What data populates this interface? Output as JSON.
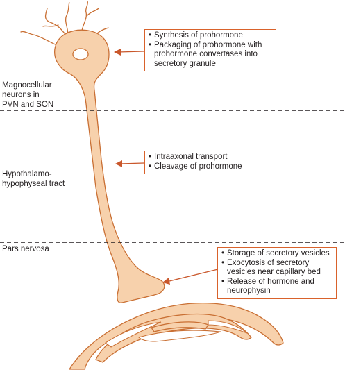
{
  "regions": [
    {
      "label": "Magnocellular\nneurons in\nPVN and SON"
    },
    {
      "label": "Hypothalamo-\nhypophyseal tract"
    },
    {
      "label": "Pars nervosa"
    }
  ],
  "callouts": [
    {
      "items": [
        "Synthesis of prohormone",
        "Packaging of prohormone with prohormone convertases into secretory granule"
      ]
    },
    {
      "items": [
        "Intraaxonal transport",
        "Cleavage of prohormone"
      ]
    },
    {
      "items": [
        "Storage of secretory vesicles",
        "Exocytosis of secretory vesicles near capillary bed",
        "Release of hormone and neurophysin"
      ]
    }
  ],
  "colors": {
    "neuron_fill": "#f7d1ac",
    "neuron_stroke": "#c96f33",
    "box_border": "#d9622b",
    "arrow": "#c9572b",
    "divider": "#231f20"
  }
}
